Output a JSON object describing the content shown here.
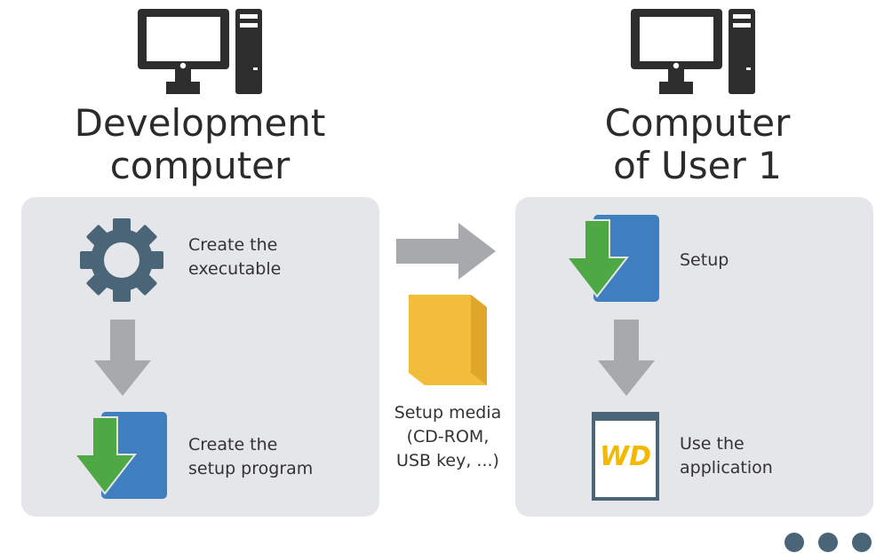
{
  "left": {
    "title_line1": "Development",
    "title_line2": "computer",
    "step1": {
      "line1": "Create the",
      "line2": "executable",
      "icon": "gear-icon"
    },
    "step2": {
      "line1": "Create the",
      "line2": "setup program",
      "icon": "setup-icon"
    }
  },
  "middle": {
    "line1": "Setup media",
    "line2": "(CD-ROM,",
    "line3": "USB key, ...)",
    "icon": "box-icon"
  },
  "right": {
    "title_line1": "Computer",
    "title_line2": "of User 1",
    "step1": {
      "line1": "Setup",
      "icon": "setup-icon"
    },
    "step2": {
      "line1": "Use the",
      "line2": "application",
      "icon": "application-icon",
      "logo_text": "WD"
    }
  },
  "colors": {
    "panel": "#e5e6ea",
    "icon_dark": "#2d2d2d",
    "gear": "#4a6478",
    "arrow_gray": "#a8a9ad",
    "green": "#4ea843",
    "blue": "#3f7fc0",
    "box_yellow": "#f2bd3a",
    "logo_yellow": "#f5b800"
  }
}
